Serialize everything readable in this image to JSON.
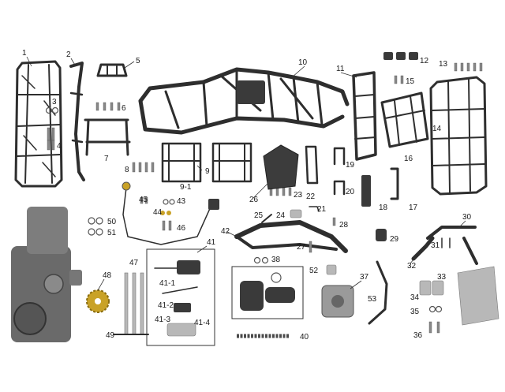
{
  "diagram": {
    "callouts": [
      "1",
      "2",
      "3",
      "4",
      "5",
      "6",
      "7",
      "8",
      "9",
      "9-1",
      "10",
      "11",
      "12",
      "13",
      "14",
      "15",
      "16",
      "17",
      "18",
      "19",
      "20",
      "21",
      "22",
      "23",
      "24",
      "25",
      "26",
      "27",
      "28",
      "29",
      "30",
      "31",
      "32",
      "33",
      "34",
      "35",
      "36",
      "37",
      "38",
      "40",
      "41",
      "41-1",
      "41-2",
      "41-3",
      "41-4",
      "42",
      "43",
      "44",
      "45",
      "46",
      "47",
      "48",
      "49",
      "50",
      "51",
      "52",
      "53"
    ],
    "colors": {
      "frame": "#2e2e2e",
      "metal": "#b8b8b8",
      "rubber": "#3a3a3a",
      "tray": "#c9a227"
    }
  }
}
